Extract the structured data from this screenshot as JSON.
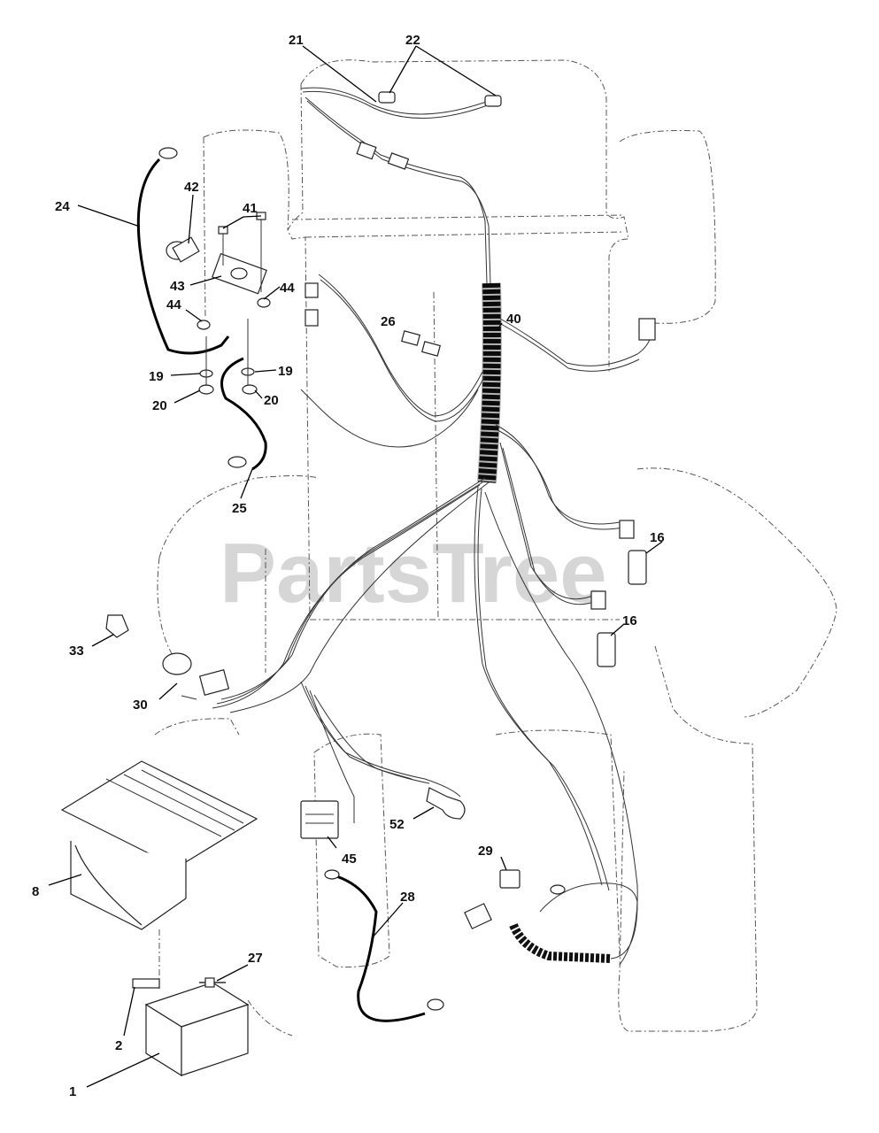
{
  "watermark": "PartsTree",
  "callouts": [
    {
      "id": "21",
      "label": "21"
    },
    {
      "id": "22",
      "label": "22"
    },
    {
      "id": "24",
      "label": "24"
    },
    {
      "id": "42",
      "label": "42"
    },
    {
      "id": "41",
      "label": "41"
    },
    {
      "id": "43",
      "label": "43"
    },
    {
      "id": "44a",
      "label": "44"
    },
    {
      "id": "44b",
      "label": "44"
    },
    {
      "id": "19a",
      "label": "19"
    },
    {
      "id": "19b",
      "label": "19"
    },
    {
      "id": "20a",
      "label": "20"
    },
    {
      "id": "20b",
      "label": "20"
    },
    {
      "id": "25",
      "label": "25"
    },
    {
      "id": "26",
      "label": "26"
    },
    {
      "id": "40",
      "label": "40"
    },
    {
      "id": "16a",
      "label": "16"
    },
    {
      "id": "16b",
      "label": "16"
    },
    {
      "id": "33",
      "label": "33"
    },
    {
      "id": "30",
      "label": "30"
    },
    {
      "id": "8",
      "label": "8"
    },
    {
      "id": "52",
      "label": "52"
    },
    {
      "id": "45",
      "label": "45"
    },
    {
      "id": "29",
      "label": "29"
    },
    {
      "id": "28",
      "label": "28"
    },
    {
      "id": "27",
      "label": "27"
    },
    {
      "id": "2",
      "label": "2"
    },
    {
      "id": "1",
      "label": "1"
    }
  ]
}
